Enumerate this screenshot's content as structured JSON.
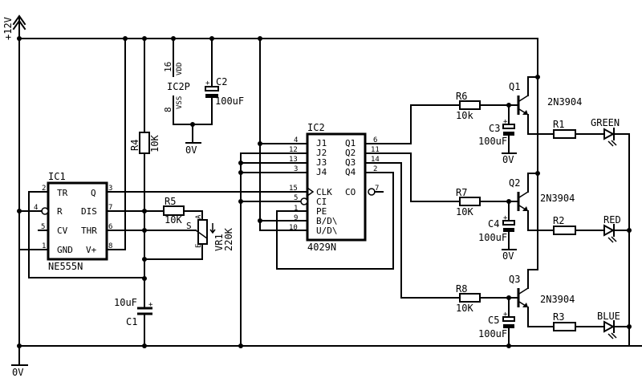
{
  "title": "NE555 + 4029 RGB LED sequencer schematic",
  "power": {
    "supply_label": "+12V",
    "ground_label": "0V"
  },
  "ic1": {
    "ref": "IC1",
    "part": "NE555N",
    "pins": [
      {
        "num": "2",
        "name": "TR"
      },
      {
        "num": "4",
        "name": "R"
      },
      {
        "num": "5",
        "name": "CV"
      },
      {
        "num": "1",
        "name": "GND"
      },
      {
        "num": "3",
        "name": "Q"
      },
      {
        "num": "7",
        "name": "DIS"
      },
      {
        "num": "6",
        "name": "THR"
      },
      {
        "num": "8",
        "name": "V+"
      }
    ]
  },
  "ic2": {
    "ref": "IC2",
    "part": "4029N",
    "left_pins": [
      {
        "num": "4",
        "name": "J1"
      },
      {
        "num": "12",
        "name": "J2"
      },
      {
        "num": "13",
        "name": "J3"
      },
      {
        "num": "3",
        "name": "J4"
      },
      {
        "num": "15",
        "name": "CLK"
      },
      {
        "num": "5",
        "name": "CI"
      },
      {
        "num": "1",
        "name": "PE"
      },
      {
        "num": "9",
        "name": "B/D\\"
      },
      {
        "num": "10",
        "name": "U/D\\"
      }
    ],
    "right_pins": [
      {
        "num": "6",
        "name": "Q1"
      },
      {
        "num": "11",
        "name": "Q2"
      },
      {
        "num": "14",
        "name": "Q3"
      },
      {
        "num": "2",
        "name": "Q4"
      },
      {
        "num": "7",
        "name": "CO"
      }
    ]
  },
  "ic2p": {
    "ref": "IC2P",
    "vdd_pin": "16",
    "vdd_name": "VDD",
    "vss_pin": "8",
    "vss_name": "VSS"
  },
  "components": {
    "r4": {
      "ref": "R4",
      "value": "10K"
    },
    "r5": {
      "ref": "R5",
      "value": "10K"
    },
    "vr1": {
      "ref": "VR1",
      "value": "220K",
      "pin_a": "A",
      "pin_s": "S",
      "pin_e": "E"
    },
    "c1": {
      "ref": "C1",
      "value": "10uF",
      "polarity": "+"
    },
    "c2": {
      "ref": "C2",
      "value": "100uF",
      "polarity": "+"
    },
    "r6": {
      "ref": "R6",
      "value": "10k"
    },
    "r7": {
      "ref": "R7",
      "value": "10K"
    },
    "r8": {
      "ref": "R8",
      "value": "10K"
    },
    "c3": {
      "ref": "C3",
      "value": "100uF",
      "polarity": "+"
    },
    "c4": {
      "ref": "C4",
      "value": "100uF",
      "polarity": "+"
    },
    "c5": {
      "ref": "C5",
      "value": "100uF",
      "polarity": "+"
    },
    "q1": {
      "ref": "Q1",
      "part": "2N3904"
    },
    "q2": {
      "ref": "Q2",
      "part": "2N3904"
    },
    "q3": {
      "ref": "Q3",
      "part": "2N3904"
    },
    "r1": {
      "ref": "R1"
    },
    "r2": {
      "ref": "R2"
    },
    "r3": {
      "ref": "R3"
    },
    "led1": {
      "label": "GREEN"
    },
    "led2": {
      "label": "RED"
    },
    "led3": {
      "label": "BLUE"
    }
  },
  "colors": {
    "ink": "#000000",
    "background": "#ffffff"
  }
}
